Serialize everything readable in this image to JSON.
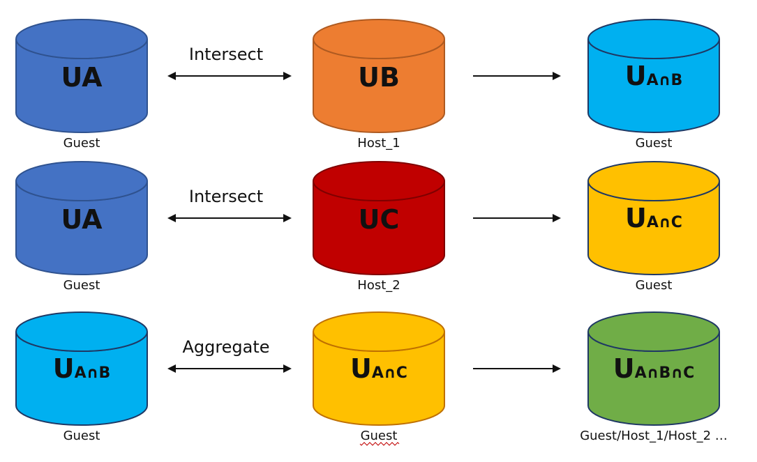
{
  "colors": {
    "blue": "#4472c4",
    "orange": "#ed7d31",
    "red": "#c00000",
    "light_blue": "#00b0f0",
    "yellow": "#ffc000",
    "green": "#70ad47",
    "outline": "#1f3864"
  },
  "rows": [
    {
      "left": {
        "main": "U",
        "sub": "A",
        "label": "Guest",
        "color": "#4472c4",
        "stroke": "#2f528f"
      },
      "operation": "Intersect",
      "middle": {
        "main": "U",
        "sub": "B",
        "label": "Host_1",
        "color": "#ed7d31",
        "stroke": "#ae5a21"
      },
      "right": {
        "main": "U",
        "sub": "A∩B",
        "label": "Guest",
        "color": "#00b0f0",
        "stroke": "#1f3864"
      }
    },
    {
      "left": {
        "main": "U",
        "sub": "A",
        "label": "Guest",
        "color": "#4472c4",
        "stroke": "#2f528f"
      },
      "operation": "Intersect",
      "middle": {
        "main": "U",
        "sub": "C",
        "label": "Host_2",
        "color": "#c00000",
        "stroke": "#7f0000"
      },
      "right": {
        "main": "U",
        "sub": "A∩C",
        "label": "Guest",
        "color": "#ffc000",
        "stroke": "#1f3864"
      }
    },
    {
      "left": {
        "main": "U",
        "sub": "A∩B",
        "label": "Guest",
        "color": "#00b0f0",
        "stroke": "#1f3864"
      },
      "operation": "Aggregate",
      "middle": {
        "main": "U",
        "sub": "A∩C",
        "label": "Guest",
        "color": "#ffc000",
        "stroke": "#bf7000"
      },
      "right": {
        "main": "U",
        "sub": "A∩B∩C",
        "label": "Guest/Host_1/Host_2 …",
        "color": "#70ad47",
        "stroke": "#1f3864"
      }
    }
  ]
}
